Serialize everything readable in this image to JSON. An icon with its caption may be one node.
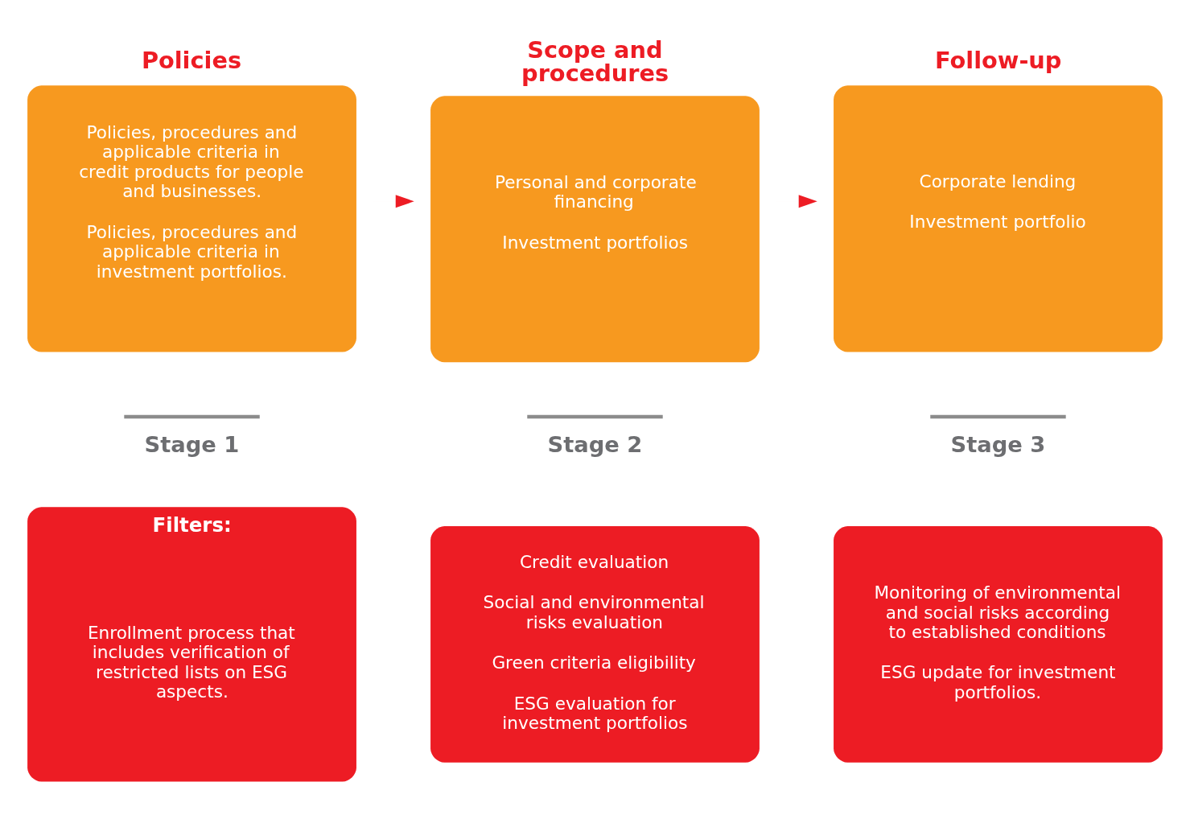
{
  "diagram": {
    "nodes": [
      {
        "text": [
          "Policies",
          "Policies, procedures and applicable criteria in credit products for people and businesses.",
          "Policies, procedures and applicable criteria in investment portfolios."
        ]
      },
      {
        "text": [
          "Scope and procedures",
          "Personal and corporate financing",
          "Investment portfolios"
        ]
      },
      {
        "text": [
          "Follow-up",
          "Corporate lending",
          "Investment portfolio"
        ]
      },
      {
        "text": [
          "Filters:",
          "Enrollment process that includes verification of restricted lists on ESG aspects."
        ]
      },
      {
        "text": [
          "Credit evaluation",
          "Social and environmental risks evaluation",
          "Green criteria eligibility",
          "ESG evaluation for investment portfolios"
        ]
      },
      {
        "text": [
          "Monitoring of environmental and social risks according to established conditions",
          "ESG update for investment portfolios."
        ]
      }
    ],
    "edges": [
      {
        "from": 0,
        "to": 1,
        "arrow": "to"
      },
      {
        "from": 1,
        "to": 2,
        "arrow": "to"
      }
    ],
    "labels": [
      "Stage 1",
      "Stage 2",
      "Stage 3"
    ]
  }
}
